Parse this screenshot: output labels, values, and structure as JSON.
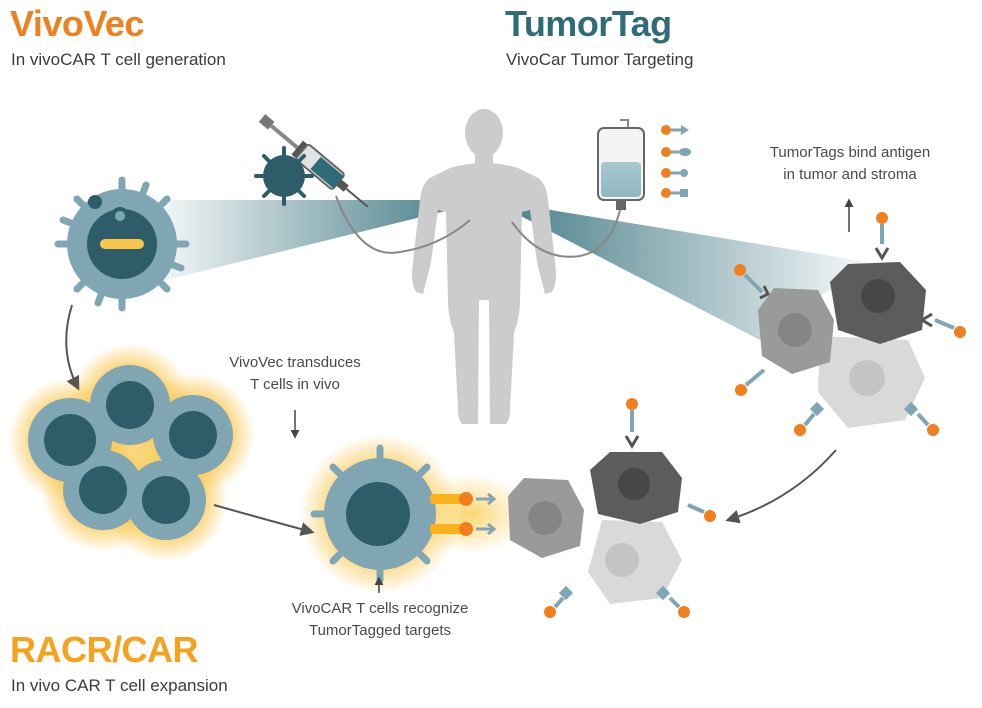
{
  "sections": {
    "vivovec": {
      "title": "VivoVec",
      "subtitle": "In vivoCAR T cell generation"
    },
    "tumortag": {
      "title": "TumorTag",
      "subtitle": "VivoCar Tumor Targeting"
    },
    "racr_car": {
      "title": "RACR/CAR",
      "subtitle": "In vivo CAR T cell expansion"
    }
  },
  "captions": {
    "tumortags_bind": {
      "line1": "TumorTags bind antigen",
      "line2": "in tumor and stroma"
    },
    "vivovec_transduces": {
      "line1": "VivoVec transduces",
      "line2": "T cells in vivo"
    },
    "vivocar_recognize": {
      "line1": "VivoCAR T cells recognize",
      "line2": "TumorTagged targets"
    }
  },
  "icons": {
    "syringe": "syringe-icon",
    "virus": "virus-particle-icon",
    "iv_bag": "iv-bag-icon",
    "human": "human-body-icon",
    "t_cell": "t-cell-icon",
    "tumor_cell": "tumor-cell-icon",
    "tumortag": "tumortag-molecule-icon"
  },
  "colors": {
    "orange": "#f07f1e",
    "teal": "#2f6c78",
    "cell_blue": "#7fa6b2",
    "nucleus": "#2e5d69",
    "body_gray": "#cccccc",
    "glow": "#f8c64a"
  }
}
